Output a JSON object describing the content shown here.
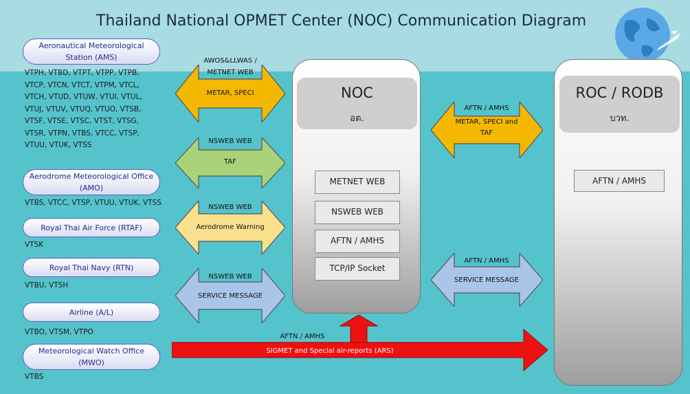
{
  "title": "Thailand National OPMET Center (NOC) Communication Diagram",
  "sources": [
    {
      "label": "Aeronautical Meteorological Station (AMS)",
      "codes": "VTPH, VTBD, VTPT, VTPP, VTPB,\nVTCP, VTCN, VTCT, VTPM, VTCL,\nVTCH, VTUD, VTUW, VTUI, VTUL,\nVTUJ, VTUV, VTUQ, VTUO, VTSB,\nVTSF, VTSE, VTSC, VTST, VTSG,\nVTSR, VTPN, VTBS, VTCC, VTSP,\nVTUU, VTUK, VTSS"
    },
    {
      "label": "Aerodrome Meteorological Office (AMO)",
      "codes": "VTBS, VTCC, VTSP, VTUU, VTUK, VTSS"
    },
    {
      "label": "Royal Thai Air Force (RTAF)",
      "codes": "VTSK"
    },
    {
      "label": "Royal Thai Navy (RTN)",
      "codes": "VTBU, VTSH"
    },
    {
      "label": "Airline (A/L)",
      "codes": "VTBO, VTSM, VTPO"
    },
    {
      "label": "Meteorological Watch Office (MWO)",
      "codes": "VTBS"
    }
  ],
  "left_arrows": [
    {
      "top": "AWOS&LLWAS /\nMETNET WEB",
      "inner": "METAR, SPECI",
      "color": "#f5b800"
    },
    {
      "top": "NSWEB WEB",
      "inner": "TAF",
      "color": "#a9d27a"
    },
    {
      "top": "NSWEB WEB",
      "inner": "Aerodrome Warning",
      "color": "#fbe08d"
    },
    {
      "top": "NSWEB WEB",
      "inner": "SERVICE MESSAGE",
      "color": "#a9c5ea"
    }
  ],
  "noc": {
    "title": "NOC",
    "subtitle": "อต.",
    "chips": [
      "METNET WEB",
      "NSWEB WEB",
      "AFTN / AMHS",
      "TCP/IP Socket"
    ]
  },
  "roc": {
    "title": "ROC / RODB",
    "subtitle": "บวท.",
    "chips": [
      "AFTN / AMHS"
    ]
  },
  "right_arrows": [
    {
      "top": "AFTN  /  AMHS",
      "inner": "METAR, SPECI and\nTAF",
      "color": "#f5b800"
    },
    {
      "top": "AFTN  /  AMHS",
      "inner": "SERVICE MESSAGE",
      "color": "#a9c5ea"
    }
  ],
  "bottom_arrow": {
    "top": "AFTN  /  AMHS",
    "inner": "SIGMET and Special air-reports (ARS)",
    "color": "#ee1111"
  }
}
